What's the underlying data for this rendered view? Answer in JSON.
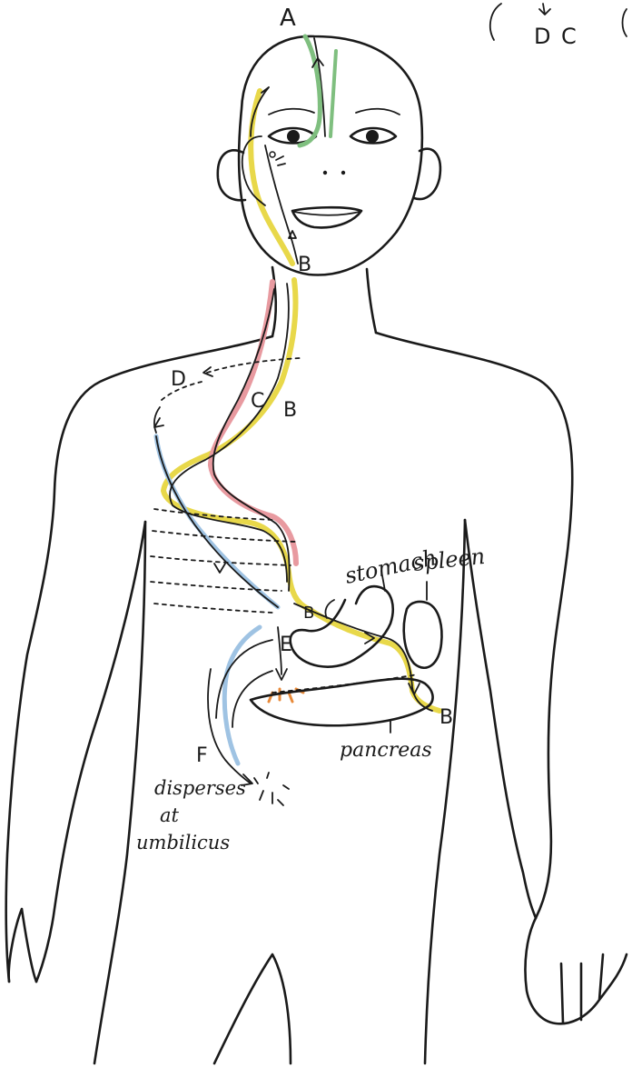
{
  "colors": {
    "channel_A": "#7fbf7f",
    "channel_B": "#e8d84a",
    "channel_C": "#e89aa0",
    "channel_D": "#9fc3e3",
    "ink": "#1a1a1a"
  },
  "corner_labels": [
    "D",
    "C"
  ],
  "point_labels": {
    "A": "A",
    "B_face": "B",
    "D": "D",
    "C": "C",
    "B_chest": "B",
    "B_stomach": "B",
    "E": "E",
    "B_end": "B",
    "F": "F"
  },
  "organ_labels": {
    "stomach": "stomach",
    "spleen": "spleen",
    "pancreas": "pancreas"
  },
  "umbilicus_note": {
    "line1": "disperses",
    "line2": "at",
    "line3": "umbilicus"
  }
}
